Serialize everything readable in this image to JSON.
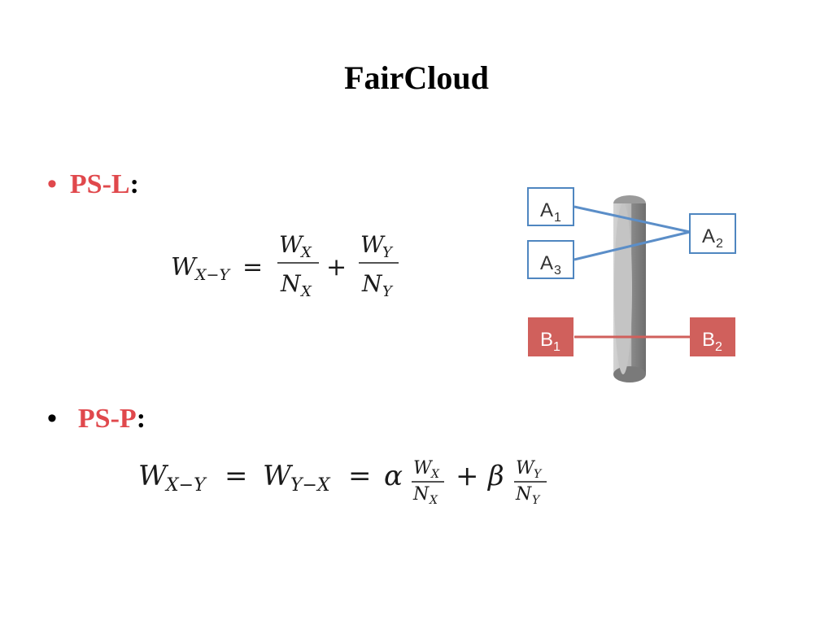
{
  "slide": {
    "title": "FairCloud",
    "bullets": [
      {
        "marker": "•",
        "label": "PS-L",
        "colon": ":"
      },
      {
        "marker": "•",
        "label": "PS-P",
        "colon": ":"
      }
    ]
  },
  "formulas": {
    "psl": {
      "lhs": "W",
      "lhs_sub": "X−Y",
      "eq": "=",
      "plus": "+",
      "t1_num": "W",
      "t1_num_sub": "X",
      "t1_den": "N",
      "t1_den_sub": "X",
      "t2_num": "W",
      "t2_num_sub": "Y",
      "t2_den": "N",
      "t2_den_sub": "Y"
    },
    "psp": {
      "lhs": "W",
      "lhs_sub": "X−Y",
      "eq": "=",
      "mid": "W",
      "mid_sub": "Y−X",
      "eq2": "=",
      "alpha": "α",
      "beta": "β",
      "plus": "+",
      "t1_num": "W",
      "t1_num_sub": "X",
      "t1_den": "N",
      "t1_den_sub": "X",
      "t2_num": "W",
      "t2_num_sub": "Y",
      "t2_den": "N",
      "t2_den_sub": "Y"
    }
  },
  "diagram": {
    "nodes": {
      "a1": {
        "letter": "A",
        "sub": "1"
      },
      "a3": {
        "letter": "A",
        "sub": "3"
      },
      "a2": {
        "letter": "A",
        "sub": "2"
      },
      "b1": {
        "letter": "B",
        "sub": "1"
      },
      "b2": {
        "letter": "B",
        "sub": "2"
      }
    },
    "colors": {
      "a_border": "#4f86c0",
      "a_text": "#333333",
      "b_fill": "#d0605c",
      "b_text": "#ffffff",
      "a_link": "#5b8ec8",
      "b_link": "#d0605c",
      "disk_light": "#c9c9c9",
      "disk_dark": "#7a7a7a"
    }
  }
}
